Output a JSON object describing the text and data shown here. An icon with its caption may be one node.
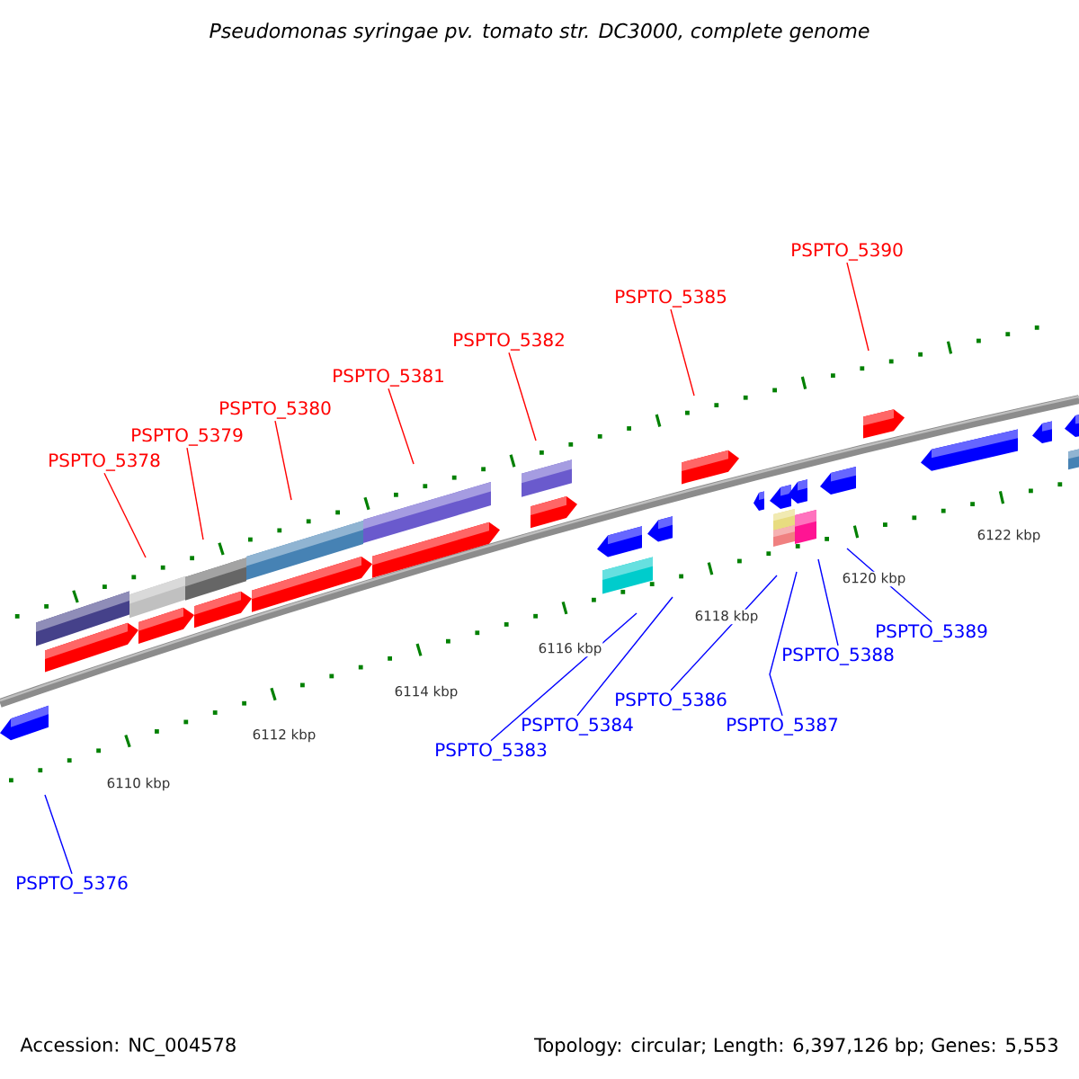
{
  "diagram": {
    "title": "Pseudomonas syringae pv. tomato str. DC3000, complete genome",
    "nodes": [
      {
        "text": [
          "PSPTO_5378"
        ]
      },
      {
        "text": [
          "PSPTO_5379"
        ]
      },
      {
        "text": [
          "PSPTO_5380"
        ]
      },
      {
        "text": [
          "PSPTO_5381"
        ]
      },
      {
        "text": [
          "PSPTO_5382"
        ]
      },
      {
        "text": [
          "PSPTO_5385"
        ]
      },
      {
        "text": [
          "PSPTO_5390"
        ]
      },
      {
        "text": [
          "PSPTO_5376"
        ]
      },
      {
        "text": [
          "PSPTO_5383"
        ]
      },
      {
        "text": [
          "PSPTO_5384"
        ]
      },
      {
        "text": [
          "PSPTO_5386"
        ]
      },
      {
        "text": [
          "PSPTO_5387"
        ]
      },
      {
        "text": [
          "PSPTO_5388"
        ]
      },
      {
        "text": [
          "PSPTO_5389"
        ]
      }
    ],
    "edges": [
      {
        "from": 0,
        "to": null,
        "arrow": "none",
        "color": "#ff0000"
      },
      {
        "from": 1,
        "to": null,
        "arrow": "none",
        "color": "#ff0000"
      },
      {
        "from": 2,
        "to": null,
        "arrow": "none",
        "color": "#ff0000"
      },
      {
        "from": 3,
        "to": null,
        "arrow": "none",
        "color": "#ff0000"
      },
      {
        "from": 4,
        "to": null,
        "arrow": "none",
        "color": "#ff0000"
      },
      {
        "from": 5,
        "to": null,
        "arrow": "none",
        "color": "#ff0000"
      },
      {
        "from": 6,
        "to": null,
        "arrow": "none",
        "color": "#ff0000"
      },
      {
        "from": 7,
        "to": null,
        "arrow": "none",
        "color": "#0000ff"
      },
      {
        "from": 8,
        "to": null,
        "arrow": "none",
        "color": "#0000ff"
      },
      {
        "from": 9,
        "to": null,
        "arrow": "none",
        "color": "#0000ff"
      },
      {
        "from": 10,
        "to": null,
        "arrow": "none",
        "color": "#0000ff"
      },
      {
        "from": 11,
        "to": null,
        "arrow": "none",
        "color": "#0000ff"
      },
      {
        "from": 12,
        "to": null,
        "arrow": "none",
        "color": "#0000ff"
      },
      {
        "from": 13,
        "to": null,
        "arrow": "none",
        "color": "#0000ff"
      }
    ],
    "labels": [
      "6110 kbp",
      "6112 kbp",
      "6114 kbp",
      "6116 kbp",
      "6118 kbp",
      "6120 kbp",
      "6122 kbp",
      "Accession: NC_004578",
      "Topology: circular; Length: 6,397,126 bp; Genes: 5,553"
    ]
  }
}
